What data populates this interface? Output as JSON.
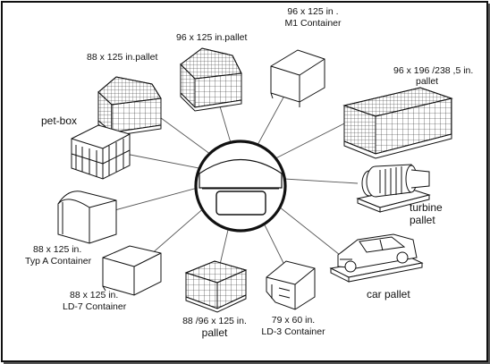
{
  "labels": {
    "pallet_88_125": "88 x 125 in.pallet",
    "pallet_96_125": "96 x 125  in.pallet",
    "m1_line1": "96 x 125  in .",
    "m1_line2": "M1 Container",
    "pallet_196_line1": "96 x 196 /238 ,5 in.",
    "pallet_196_line2": "pallet",
    "petbox": "pet-box",
    "turbine_line1": "turbine",
    "turbine_line2": "pallet",
    "typa_line1": "88 x  125  in.",
    "typa_line2": "Typ A Container",
    "car_pallet": "car pallet",
    "ld7_line1": "88  x 125 in.",
    "ld7_line2": "LD-7 Container",
    "pallet_8896_line1": "88 /96 x  125  in.",
    "pallet_8896_line2": "pallet",
    "ld3_line1": "79 x 60  in.",
    "ld3_line2": "LD-3 Container"
  }
}
